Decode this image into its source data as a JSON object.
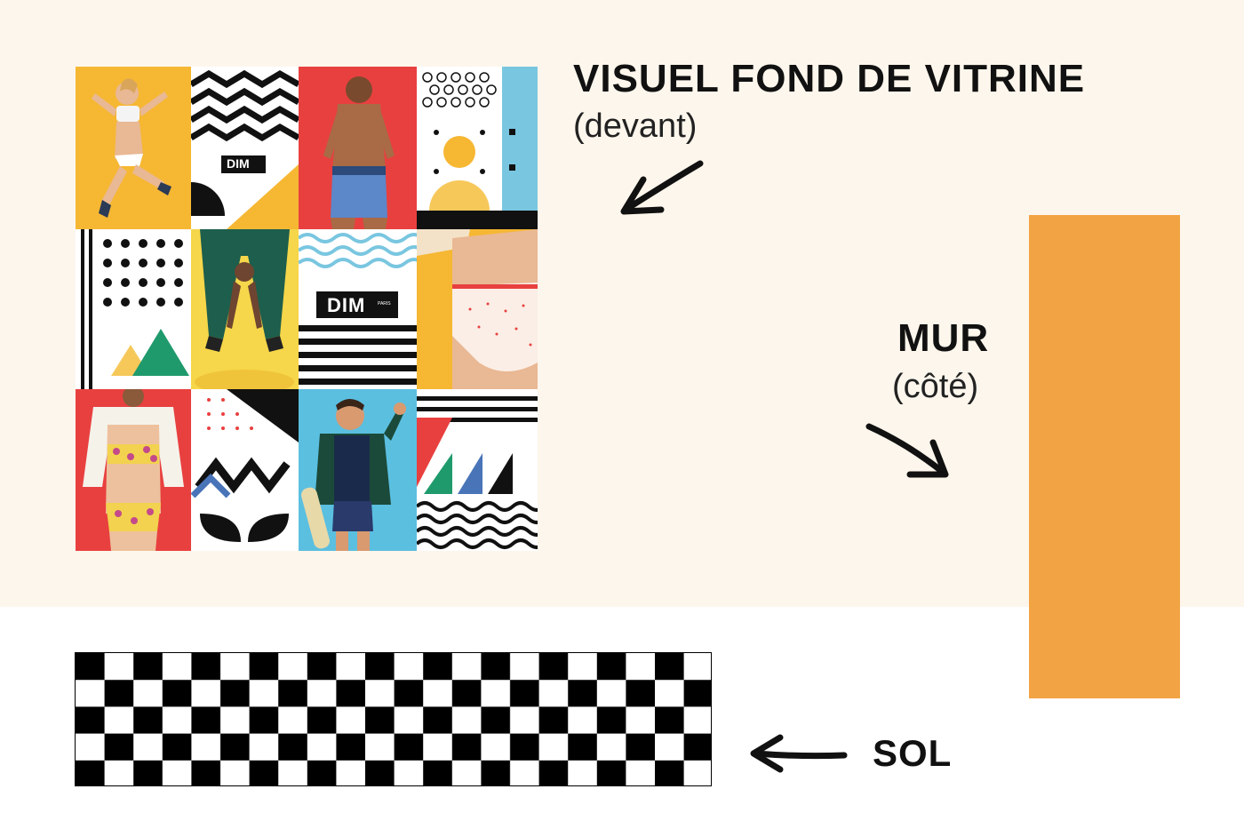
{
  "labels": {
    "front_title": "VISUEL FOND DE VITRINE",
    "front_sub": "(devant)",
    "wall_title": "MUR",
    "wall_sub": "(côté)",
    "floor_title": "SOL"
  },
  "brand": {
    "logo_text": "DIM",
    "logo_sub": "PARIS"
  },
  "colors": {
    "background_top": "#fdf6ec",
    "wall": "#f2a444",
    "yellow": "#f6b733",
    "red": "#e8403f",
    "blue": "#79c6e0",
    "green": "#1f9a6c",
    "navy": "#4a74b8",
    "black": "#111111"
  },
  "icons": {
    "arrow_front": "arrow-down-left-icon",
    "arrow_wall": "arrow-down-right-icon",
    "arrow_floor": "arrow-left-icon"
  }
}
